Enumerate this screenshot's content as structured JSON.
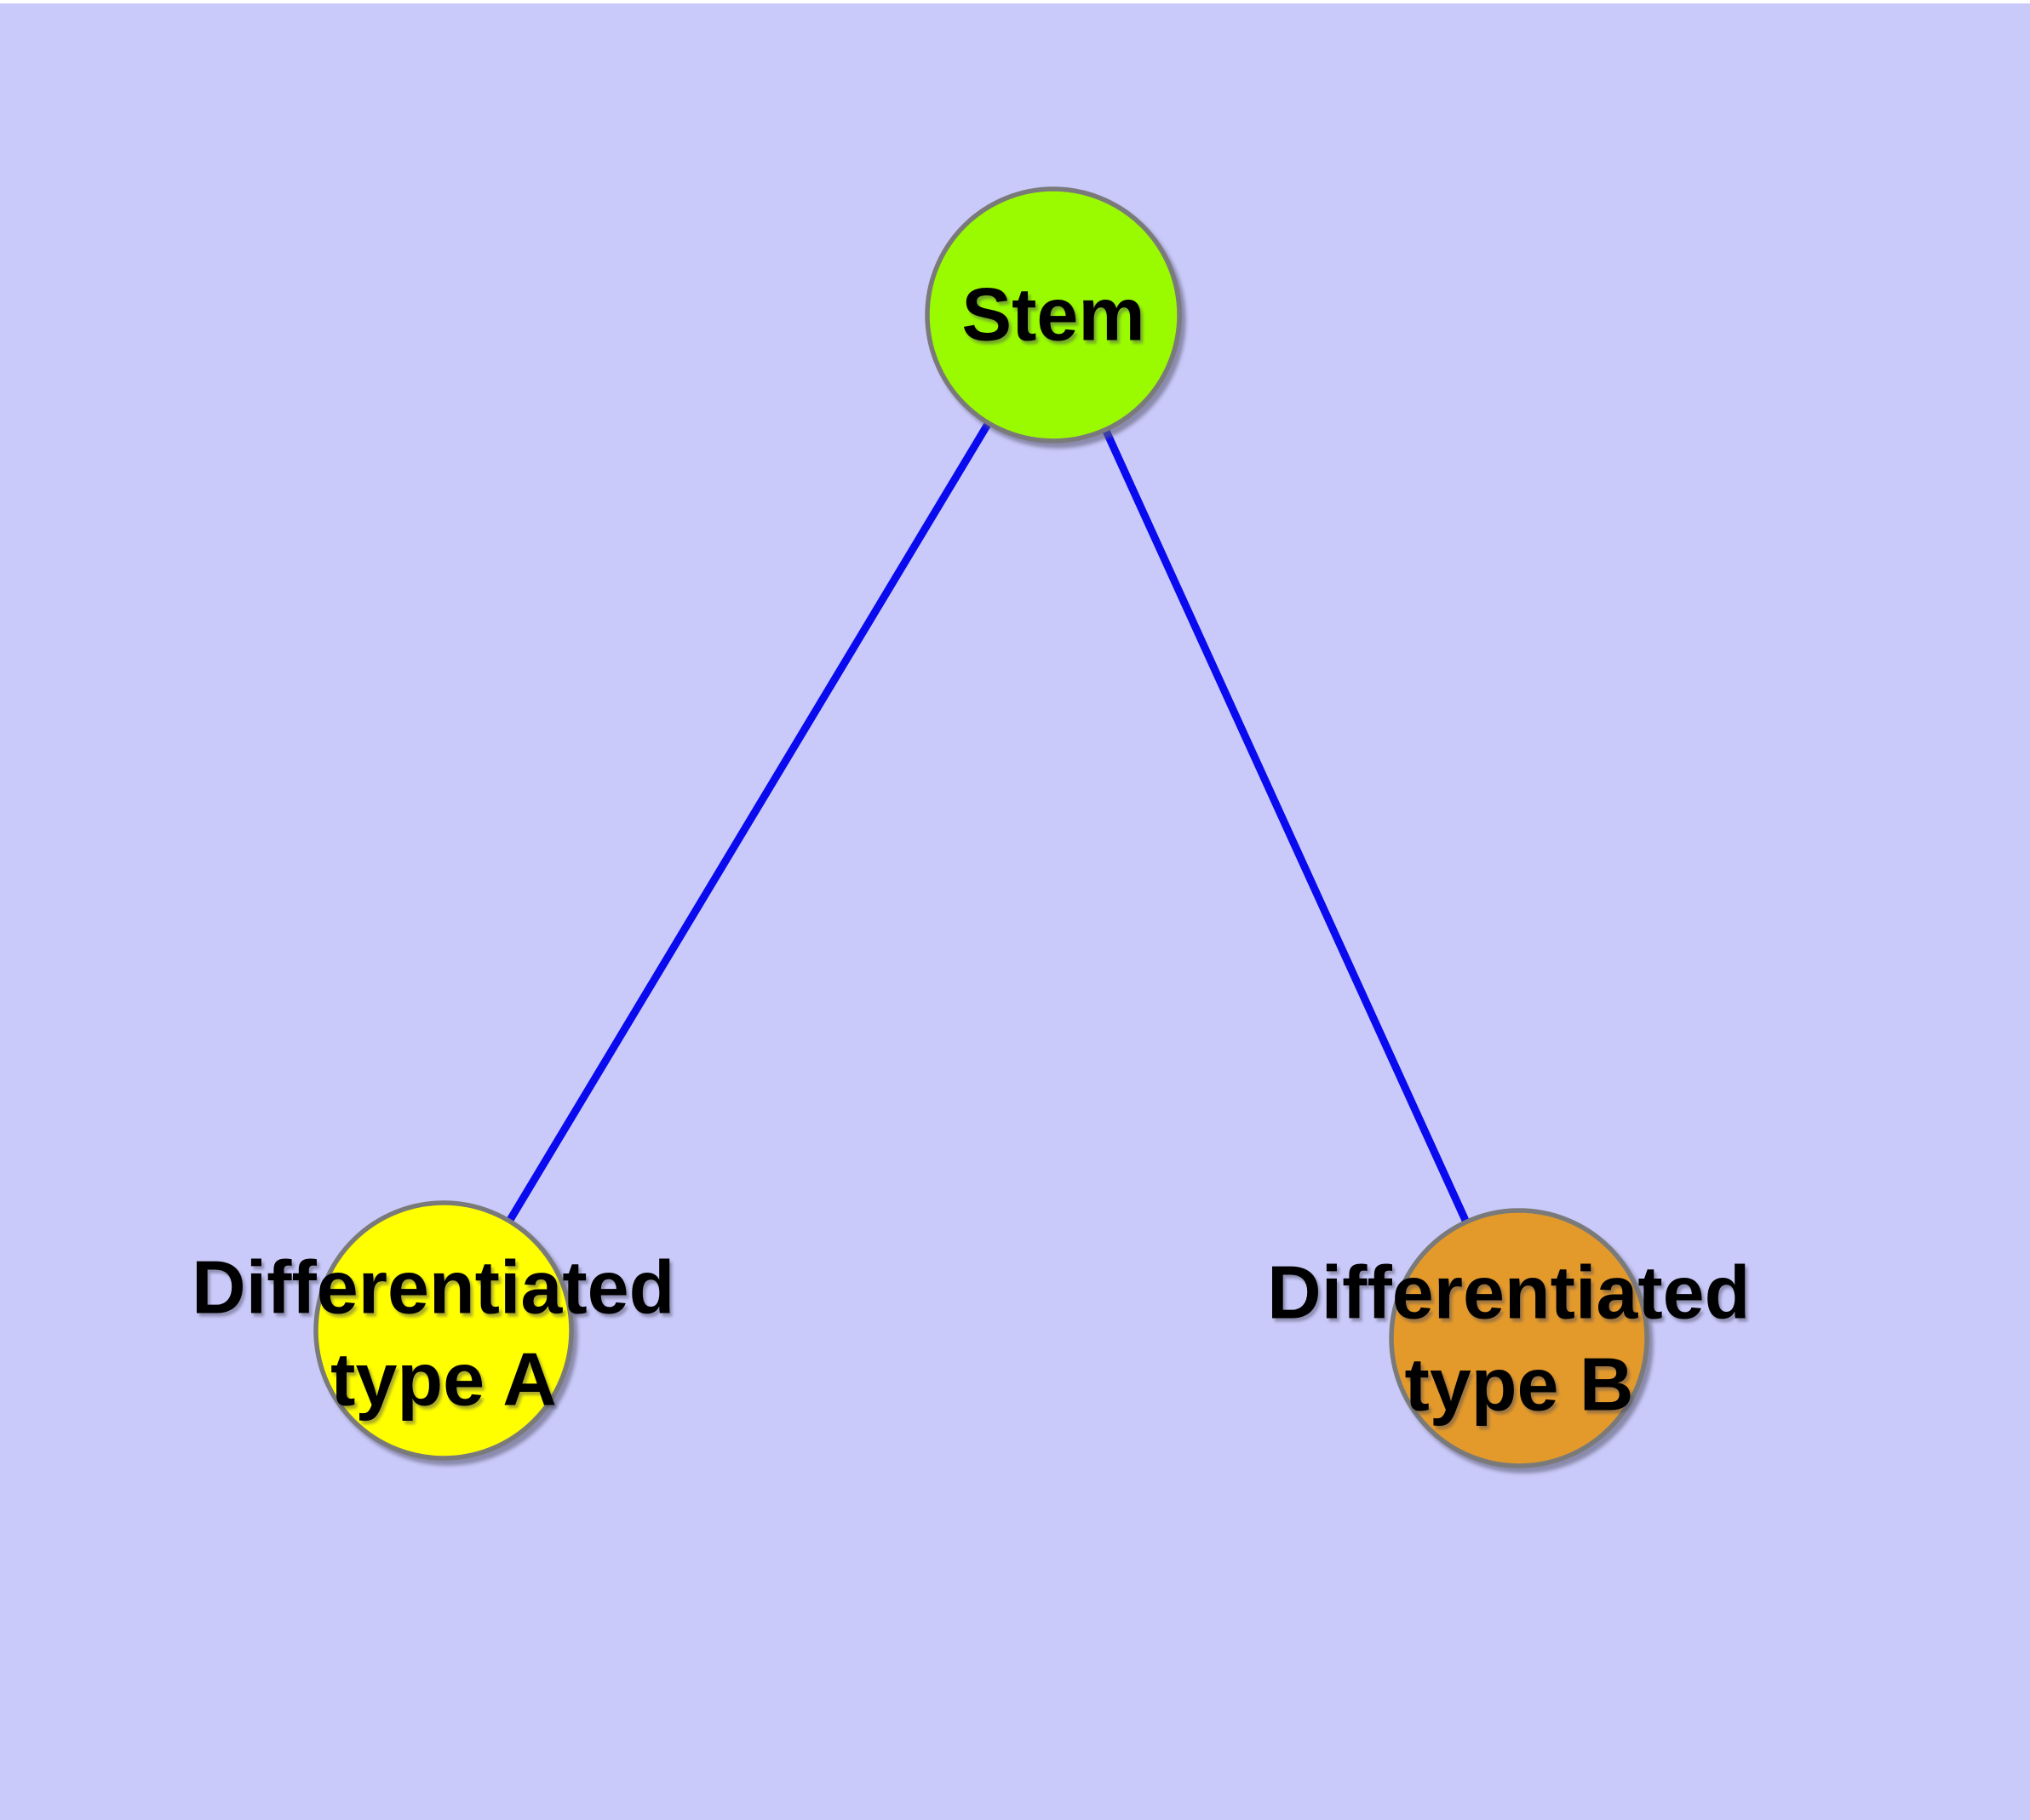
{
  "diagram": {
    "type": "graph",
    "background_color": "#cacafa",
    "edge_color": "#0a0aee",
    "node_border_color": "#7a7a7a",
    "label_color": "#000000",
    "nodes": [
      {
        "id": "stem",
        "label": "Stem",
        "label_line2": "",
        "color": "#9afb00"
      },
      {
        "id": "diff_a",
        "label": "Differentiated",
        "label_line2": "type A",
        "color": "#ffff00"
      },
      {
        "id": "diff_b",
        "label": "Differentiated",
        "label_line2": "type B",
        "color": "#e49a2b"
      }
    ],
    "edges": [
      {
        "from": "stem",
        "to": "diff_a"
      },
      {
        "from": "stem",
        "to": "diff_b"
      }
    ]
  }
}
